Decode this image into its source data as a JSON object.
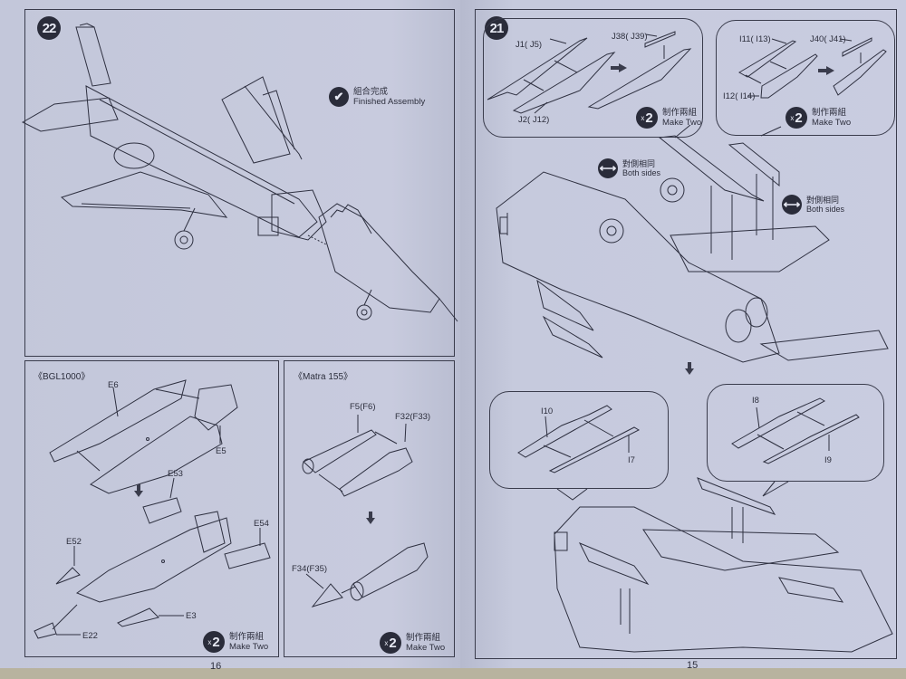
{
  "colors": {
    "paper": "#c5c9dc",
    "ink": "#2a2c3a",
    "badge_text": "#e6e8f2"
  },
  "left_page": {
    "page_number": "16",
    "step22": {
      "step_number": "22",
      "finished_icon": "check-circle-icon",
      "finished_cn": "組合完成",
      "finished_en": "Finished Assembly"
    },
    "bgl1000": {
      "title": "《BGL1000》",
      "labels": [
        "E6",
        "E5",
        "E53",
        "E54",
        "E52",
        "E3",
        "E22"
      ],
      "multiplier": "2",
      "multiplier_prefix": "x",
      "make_two_cn": "制作兩組",
      "make_two_en": "Make Two"
    },
    "matra155": {
      "title": "《Matra 155》",
      "labels": [
        "F5(F6)",
        "F32(F33)",
        "F34(F35)"
      ],
      "multiplier": "2",
      "multiplier_prefix": "x",
      "make_two_cn": "制作兩組",
      "make_two_en": "Make Two"
    }
  },
  "right_page": {
    "page_number": "15",
    "step21": {
      "step_number": "21",
      "callout_left": {
        "labels": [
          "J1( J5)",
          "J38( J39)",
          "J2( J12)"
        ],
        "multiplier": "2",
        "multiplier_prefix": "x",
        "make_two_cn": "制作兩組",
        "make_two_en": "Make Two"
      },
      "callout_right": {
        "labels": [
          "I11( I13)",
          "J40( J41)",
          "I12( I14)"
        ],
        "multiplier": "2",
        "multiplier_prefix": "x",
        "make_two_cn": "制作兩組",
        "make_two_en": "Make Two"
      },
      "both_sides_cn": "對側相同",
      "both_sides_en": "Both sides",
      "callout_bottom_left": {
        "labels": [
          "I10",
          "I7"
        ]
      },
      "callout_bottom_right": {
        "labels": [
          "I8",
          "I9"
        ]
      }
    }
  }
}
